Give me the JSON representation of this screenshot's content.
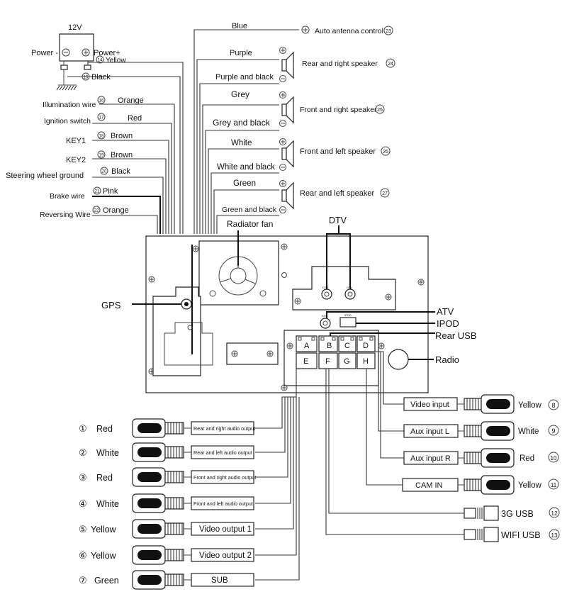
{
  "power": {
    "voltage": "12V",
    "minus": "Power -",
    "plus": "Power+",
    "minus_sym": "⊖",
    "plus_sym": "⊕"
  },
  "left_wires": [
    {
      "num": "14",
      "label": "",
      "color": "Yellow"
    },
    {
      "num": "15",
      "label": "",
      "color": "Black"
    },
    {
      "num": "16",
      "label": "Illumination wire",
      "color": "Orange"
    },
    {
      "num": "17",
      "label": "Ignition switch",
      "color": "Red"
    },
    {
      "num": "18",
      "label": "KEY1",
      "color": "Brown"
    },
    {
      "num": "19",
      "label": "KEY2",
      "color": "Brown"
    },
    {
      "num": "20",
      "label": "Steering wheel ground",
      "color": "Black"
    },
    {
      "num": "21",
      "label": "Brake wire",
      "color": "Pink"
    },
    {
      "num": "22",
      "label": "Reversing Wire",
      "color": "Orange"
    }
  ],
  "top_wires": {
    "antenna_color": "Blue",
    "antenna_label": "Auto antenna control",
    "antenna_num": "23",
    "speakers": [
      {
        "pos": "Purple",
        "neg": "Purple and black",
        "label": "Rear and right speaker",
        "num": "24"
      },
      {
        "pos": "Grey",
        "neg": "Grey and black",
        "label": "Front and right speaker",
        "num": "25"
      },
      {
        "pos": "White",
        "neg": "White and black",
        "label": "Front and left speaker",
        "num": "26"
      },
      {
        "pos": "Green",
        "neg": "Green and black",
        "label": "Rear and left speaker",
        "num": "27"
      }
    ]
  },
  "unit": {
    "radiator_fan": "Radiator fan",
    "dtv": "DTV",
    "gps": "GPS",
    "atv": "ATV",
    "ipod": "IPOD",
    "rear_usb": "Rear USB",
    "radio": "Radio",
    "port_dtv1": "DTV",
    "port_dtv2": "DTV",
    "port_atv": "ATV",
    "port_ipod": "IPOD",
    "connectors": [
      "A",
      "B",
      "C",
      "D",
      "E",
      "F",
      "G",
      "H"
    ]
  },
  "outputs": [
    {
      "num": "①",
      "color": "Red",
      "label": "Rear and right audio output"
    },
    {
      "num": "②",
      "color": "White",
      "label": "Rear and left audio output"
    },
    {
      "num": "③",
      "color": "Red",
      "label": "Front and right audio output"
    },
    {
      "num": "④",
      "color": "White",
      "label": "Front and left audio output"
    },
    {
      "num": "⑤",
      "color": "Yellow",
      "label": "Video output 1"
    },
    {
      "num": "⑥",
      "color": "Yellow",
      "label": "Video output 2"
    },
    {
      "num": "⑦",
      "color": "Green",
      "label": "SUB"
    }
  ],
  "inputs": [
    {
      "label": "Video input",
      "color": "Yellow",
      "num": "8"
    },
    {
      "label": "Aux input L",
      "color": "White",
      "num": "9"
    },
    {
      "label": "Aux input R",
      "color": "Red",
      "num": "10"
    },
    {
      "label": "CAM IN",
      "color": "Yellow",
      "num": "11"
    }
  ],
  "usb": [
    {
      "label": "3G  USB",
      "num": "12"
    },
    {
      "label": "WIFI  USB",
      "num": "13"
    }
  ]
}
